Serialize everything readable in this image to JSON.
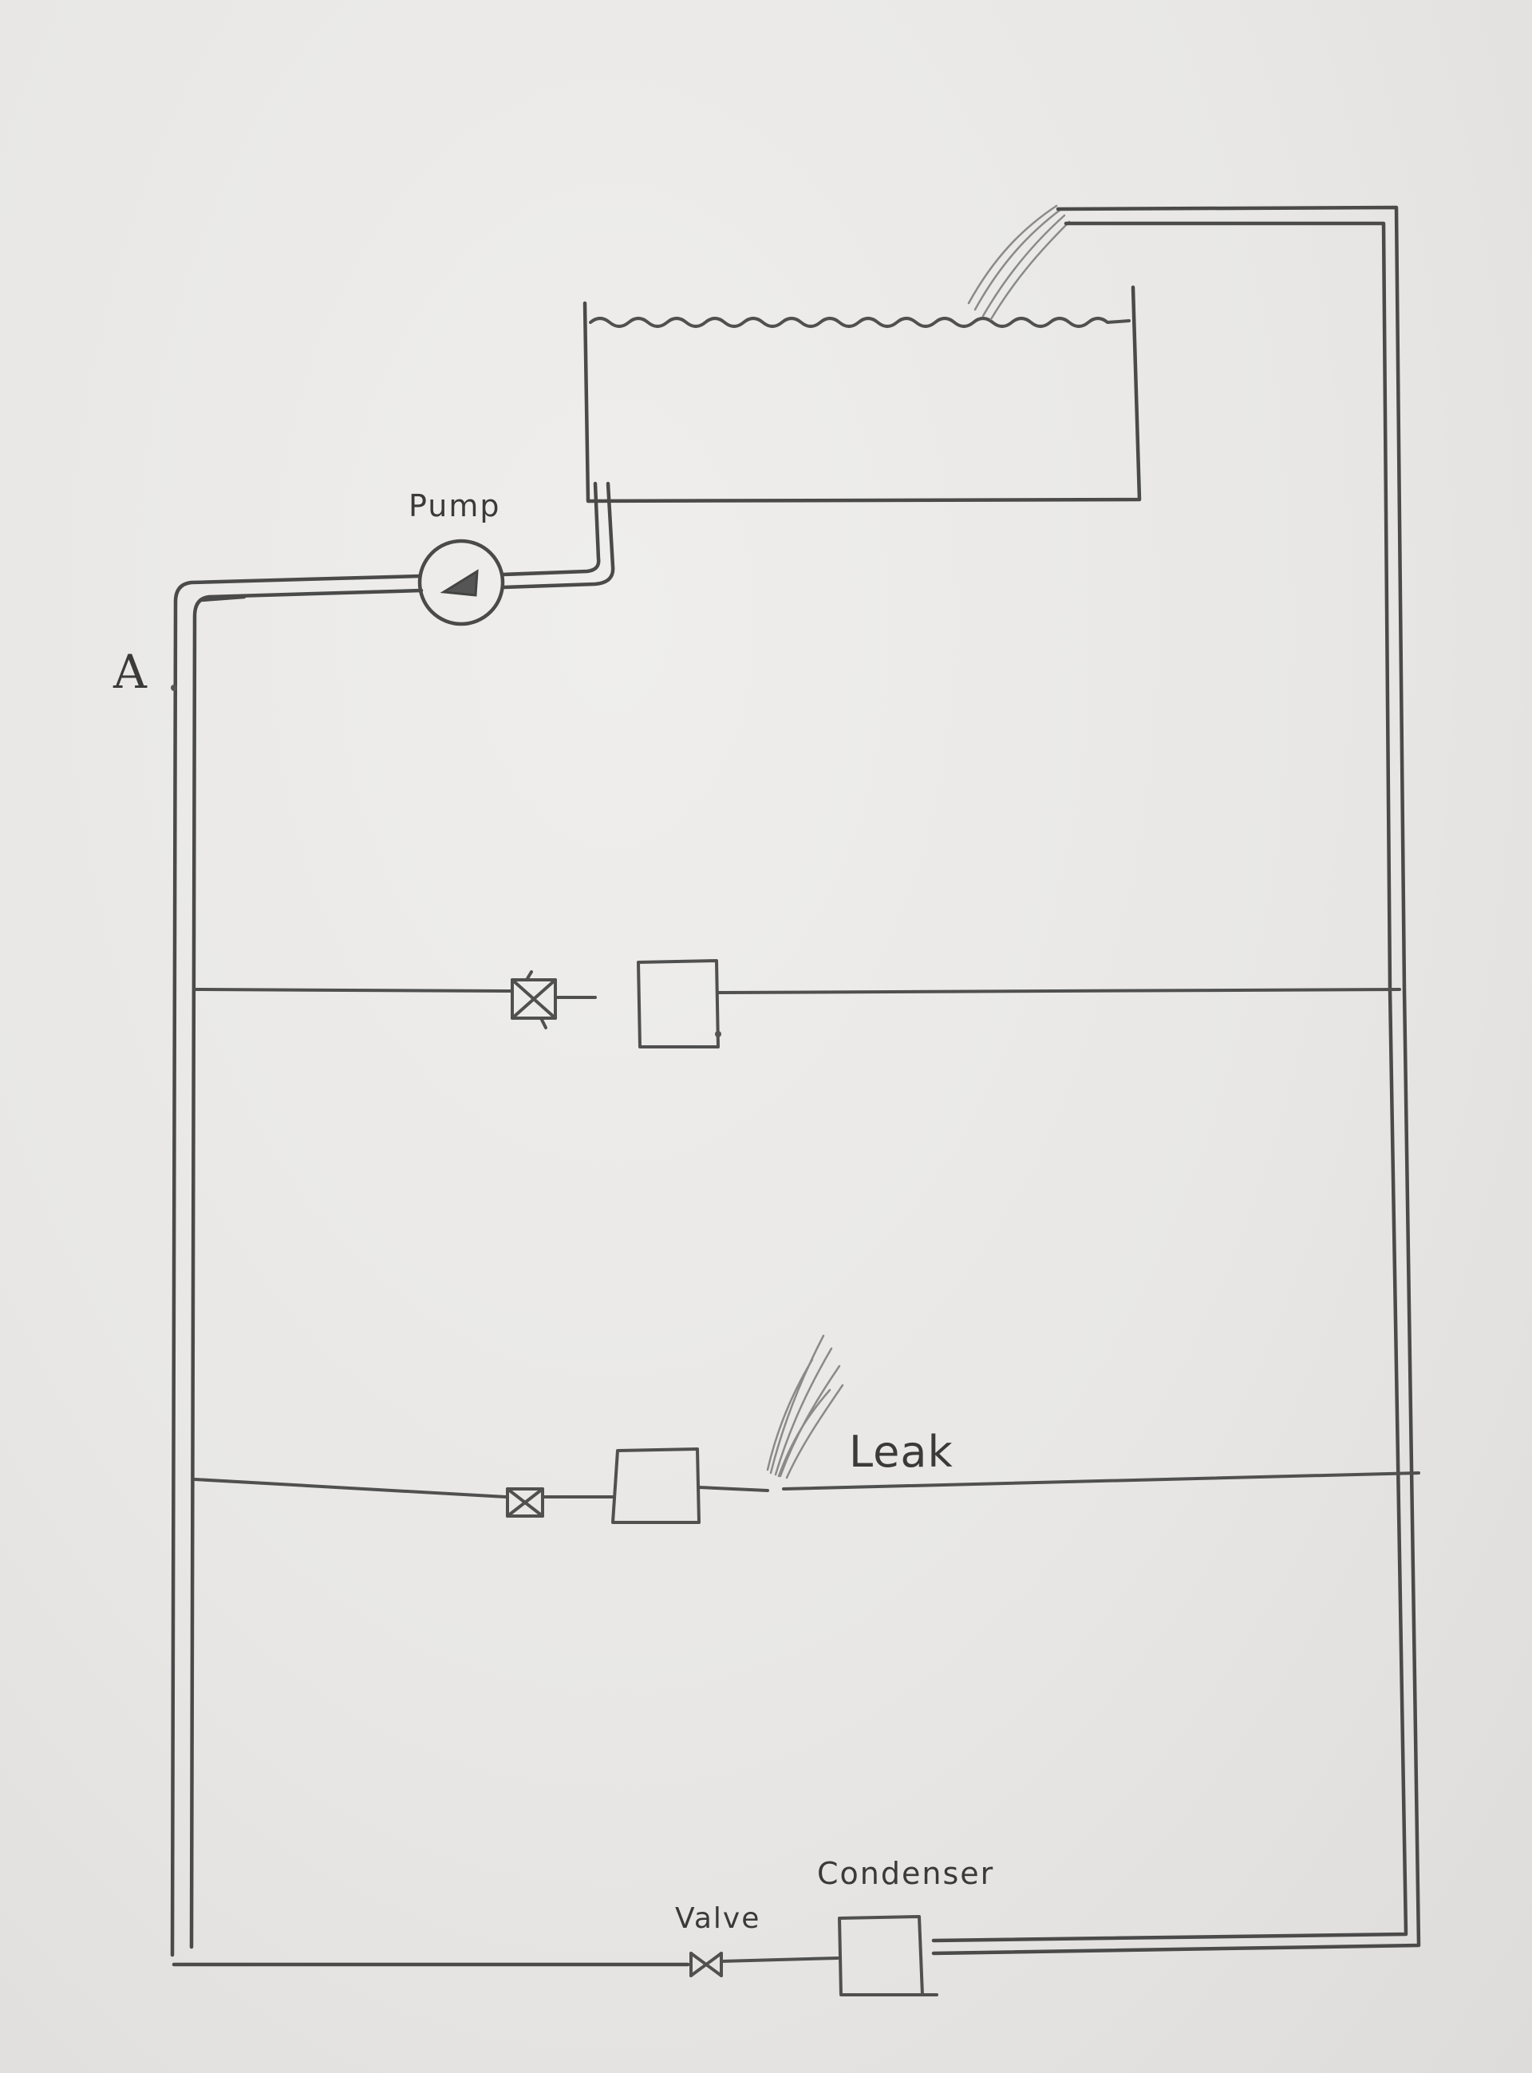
{
  "labels": {
    "pump": "Pump",
    "point_a": "A",
    "leak": "Leak",
    "valve": "Valve",
    "condenser": "Condenser"
  },
  "icons": {
    "pump": "pump-icon",
    "valve": "valve-icon",
    "heat_exchanger": "heat-exchanger-icon",
    "condenser": "condenser-icon",
    "tank": "tank-icon",
    "leak": "leak-spray-icon"
  },
  "colors": {
    "paper": "#e9e8e6",
    "ink": "#4a4a4a",
    "pencil": "#8a8a8a"
  }
}
